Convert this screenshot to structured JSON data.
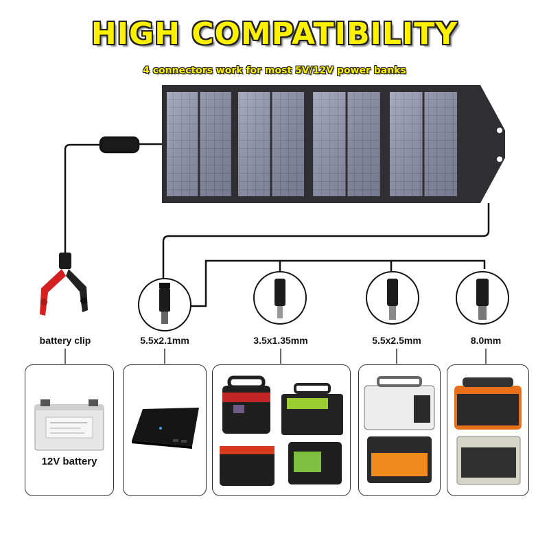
{
  "header": {
    "title": "HIGH COMPATIBILITY",
    "subtitle": "4 connectors work for most 5V/12V power banks"
  },
  "connectors": [
    {
      "label": "battery clip",
      "icon": "battery-clip-icon"
    },
    {
      "label": "5.5x2.1mm",
      "icon": "dc-plug-icon"
    },
    {
      "label": "3.5x1.35mm",
      "icon": "dc-plug-icon"
    },
    {
      "label": "5.5x2.5mm",
      "icon": "dc-plug-icon"
    },
    {
      "label": "8.0mm",
      "icon": "dc-plug-icon"
    }
  ],
  "devices": {
    "battery_label": "12V battery"
  },
  "colors": {
    "title_fill": "#fdf000",
    "panel_dark": "#2b2b2b",
    "cell_blue": "#8a8fa8",
    "clip_red": "#d42020"
  }
}
